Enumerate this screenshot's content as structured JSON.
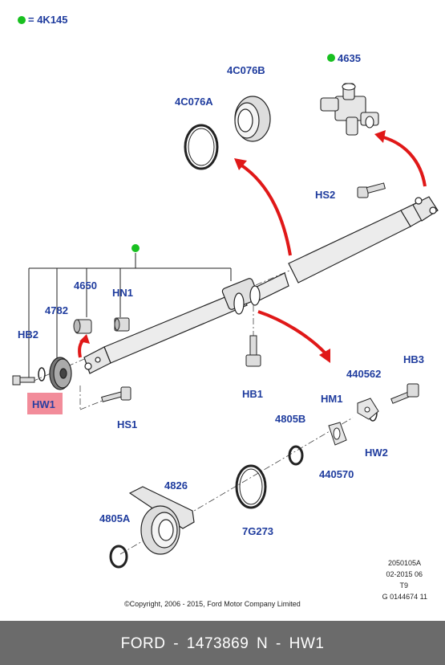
{
  "legend": {
    "label": "= 4K145",
    "dot_color": "#18c020"
  },
  "parts": {
    "p4C076A": "4C076A",
    "p4C076B": "4C076B",
    "p4635": "4635",
    "pHS2": "HS2",
    "p4650": "4650",
    "pHN1": "HN1",
    "p4782": "4782",
    "pHB2": "HB2",
    "pHW1": "HW1",
    "pHS1": "HS1",
    "pHB1": "HB1",
    "p440562": "440562",
    "pHB3": "HB3",
    "pHM1": "HM1",
    "p4805B": "4805B",
    "p440570": "440570",
    "pHW2": "HW2",
    "p4826": "4826",
    "p4805A": "4805A",
    "p7G273": "7G273"
  },
  "meta": {
    "code1": "2050105A",
    "date": "02-2015 06",
    "t": "T9",
    "g": "G 0144674 11",
    "copyright": "©Copyright, 2006 - 2015, Ford Motor Company Limited"
  },
  "footer": {
    "text": "FORD - 1473869     N - HW1"
  },
  "colors": {
    "label": "#1f3c9e",
    "arrow": "#e01818",
    "highlight": "#f28c9a",
    "footer_bg": "#6b6b6b",
    "dot": "#18c020"
  }
}
